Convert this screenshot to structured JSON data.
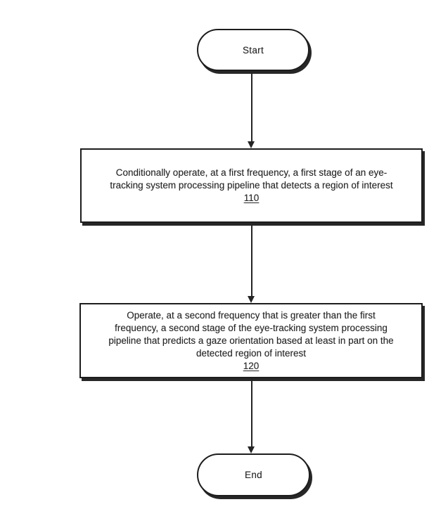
{
  "diagram": {
    "kind": "flowchart",
    "start": {
      "label": "Start"
    },
    "end": {
      "label": "End"
    },
    "steps": [
      {
        "ref": "110",
        "text": "Conditionally operate, at a first frequency, a first stage of an eye-tracking system processing pipeline that detects a region of interest",
        "lines": [
          "Conditionally operate, at a first frequency, a first stage of an eye-",
          "tracking system processing pipeline that detects a region of interest"
        ]
      },
      {
        "ref": "120",
        "text": "Operate, at a second frequency that is greater than the first frequency, a second stage of the eye-tracking system processing pipeline that predicts a gaze orientation based at least in part on the detected region of interest",
        "lines": [
          "Operate, at a second frequency that is greater than the first",
          "frequency, a second stage of the eye-tracking system processing",
          "pipeline that predicts a gaze orientation based at least in part on the",
          "detected region of interest"
        ]
      }
    ],
    "edges": [
      {
        "from": "Start",
        "to": "110"
      },
      {
        "from": "110",
        "to": "120"
      },
      {
        "from": "120",
        "to": "End"
      }
    ],
    "colors": {
      "ink": "#1d1d1d",
      "paper": "#ffffff"
    }
  }
}
